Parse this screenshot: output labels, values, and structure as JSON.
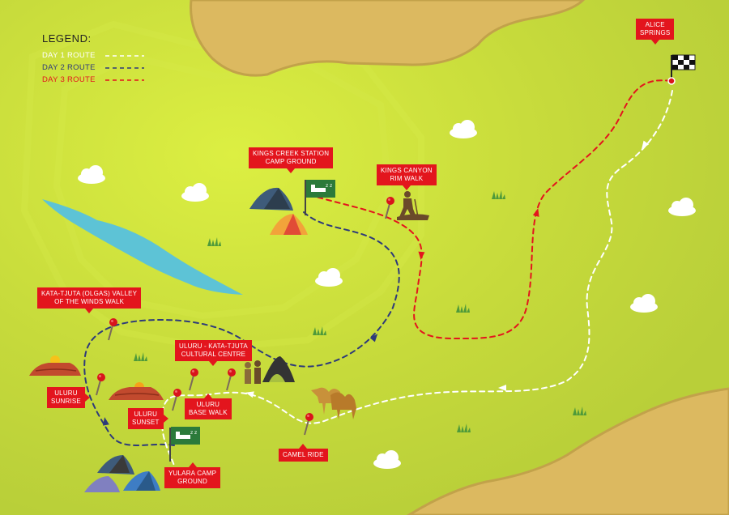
{
  "legend": {
    "title": "LEGEND:",
    "items": [
      {
        "label": "DAY 1 ROUTE",
        "color": "#ffffff",
        "text_color": "#ffffff"
      },
      {
        "label": "DAY 2 ROUTE",
        "color": "#2e3a7a",
        "text_color": "#2e3a7a"
      },
      {
        "label": "DAY 3 ROUTE",
        "color": "#e3151d",
        "text_color": "#e3151d"
      }
    ]
  },
  "places": {
    "alice_springs": "ALICE\nSPRINGS",
    "kings_creek": "KINGS CREEK STATION\nCAMP GROUND",
    "kings_canyon": "KINGS CANYON\nRIM WALK",
    "kata_tjuta": "KATA-TJUTA (OLGAS) VALLEY\nOF THE WINDS WALK",
    "cultural_centre": "ULURU - KATA-TJUTA\nCULTURAL CENTRE",
    "uluru_sunrise": "ULURU\nSUNRISE",
    "uluru_sunset": "ULURU\nSUNSET",
    "uluru_base_walk": "ULURU\nBASE WALK",
    "camel_ride": "CAMEL RIDE",
    "yulara": "YULARA CAMP\nGROUND"
  },
  "colors": {
    "grass": "#c8dc3c",
    "desert": "#dcb960",
    "lake": "#5dc3d6",
    "label_red": "#e3151d",
    "day1": "#ffffff",
    "day2": "#2e3a7a",
    "day3": "#e3151d"
  }
}
